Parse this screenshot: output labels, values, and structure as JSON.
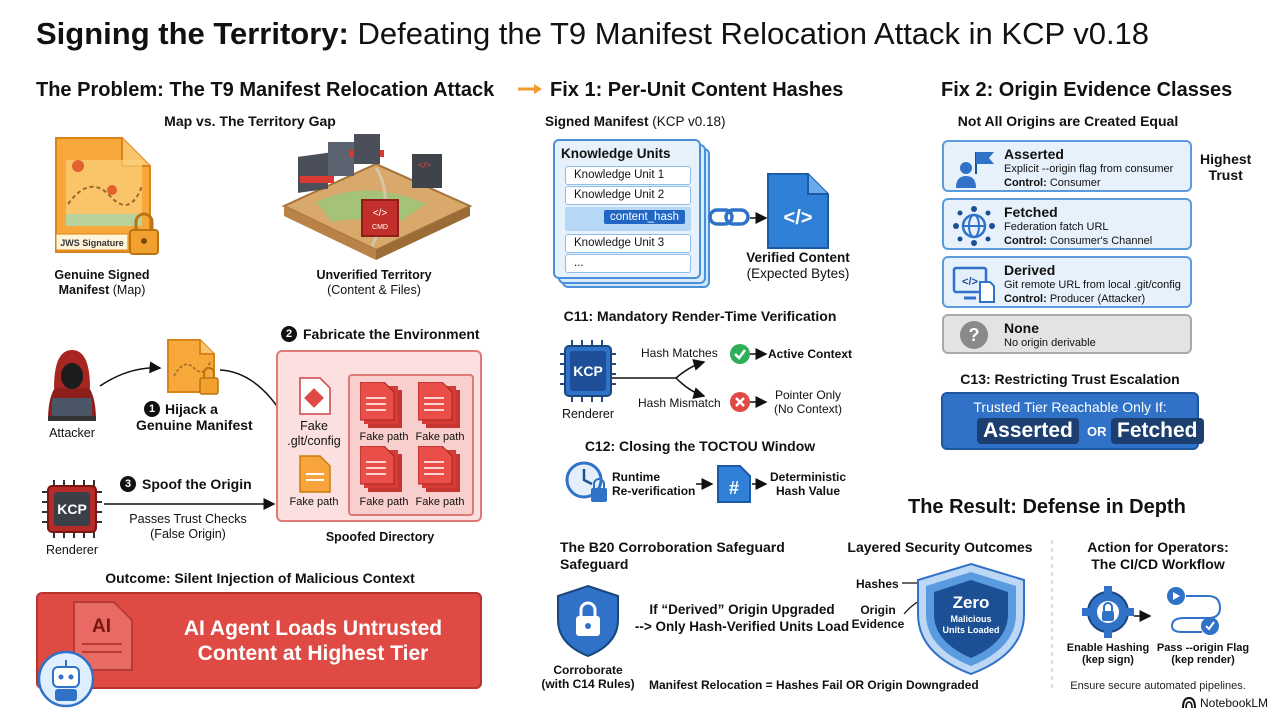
{
  "title": {
    "bold": "Signing the Territory:",
    "rest": " Defeating the T9 Manifest Relocation Attack in KCP v0.18"
  },
  "problem": {
    "heading": "The Problem: The T9 Manifest Relocation Attack",
    "gap_heading": "Map vs. The Territory Gap",
    "jws_label": "JWS Signature",
    "genuine_bold": "Genuine Signed",
    "genuine_rest_bold": "Manifest",
    "genuine_paren": " (Map)",
    "unverified_bold": "Unverified Territory",
    "unverified_paren": "(Content & Files)",
    "step1_num": "1",
    "step1_line1": "Hijack a",
    "step1_line2": "Genuine Manifest",
    "step2_num": "2",
    "step2": "Fabricate the Environment",
    "step3_num": "3",
    "step3": "Spoof the Origin",
    "passes_line1": "Passes Trust Checks",
    "passes_line2": "(False Origin)",
    "attacker": "Attacker",
    "renderer": "Renderer",
    "kcp": "KCP",
    "fake_git_line1": "Fake",
    "fake_git_line2": ".glt/config",
    "fake_path": "Fake path",
    "spoofed_dir": "Spoofed Directory",
    "outcome_heading": "Outcome: Silent Injection of Malicious Context",
    "banner_line1": "AI Agent Loads Untrusted",
    "banner_line2": "Content at Highest Tier",
    "ai_label": "AI",
    "cmd_label": "CMD"
  },
  "fix1": {
    "heading": "Fix 1: Per-Unit Content Hashes",
    "signed_bold": "Signed Manifest",
    "signed_paren": " (KCP v0.18)",
    "ku_title": "Knowledge Units",
    "units": [
      "Knowledge Unit 1",
      "Knowledge Unit 2",
      "Knowledge Unit 3",
      "..."
    ],
    "hash_label": "content_hash",
    "verified_bold": "Verified Content",
    "verified_paren": "(Expected Bytes)",
    "c11_heading": "C11: Mandatory Render-Time Verification",
    "hash_matches": "Hash Matches",
    "active_context": "Active Context",
    "hash_mismatch": "Hash Mismatch",
    "pointer_only_line1": "Pointer Only",
    "pointer_only_line2": "(No Context)",
    "renderer": "Renderer",
    "kcp": "KCP",
    "c12_heading": "C12: Closing the TOCTOU Window",
    "runtime_line1": "Runtime",
    "runtime_line2": "Re-verification",
    "deterministic_line1": "Deterministic",
    "deterministic_line2": "Hash Value"
  },
  "fix2": {
    "heading": "Fix 2: Origin Evidence Classes",
    "sub": "Not All Origins are Created Equal",
    "highest_line1": "Highest",
    "highest_line2": "Trust",
    "classes": [
      {
        "title": "Asserted",
        "desc": "Explicit --origin flag from consumer",
        "control_label": "Control:",
        "control": " Consumer"
      },
      {
        "title": "Fetched",
        "desc": "Federation fatch URL",
        "control_label": "Control:",
        "control": " Consumer's Channel"
      },
      {
        "title": "Derived",
        "desc": "Git remote URL from local .git/config",
        "control_label": "Control:",
        "control": " Producer (Attacker)"
      },
      {
        "title": "None",
        "desc": "No origin derivable",
        "control_label": "",
        "control": ""
      }
    ],
    "c13_heading": "C13: Restricting Trust Escalation",
    "tier_text": "Trusted Tier Reachable Only If:",
    "asserted": "Asserted",
    "or": "OR",
    "fetched": "Fetched"
  },
  "result": {
    "heading": "The Result: Defense in Depth",
    "b20_line1": "The B20  Corroboration Safeguard",
    "b20_line2": "Safeguard",
    "derived_line1": "If “Derived” Origin Upgraded",
    "derived_line2": "--> Only Hash-Verified Units Load",
    "corroborate_line1": "Corroborate",
    "corroborate_line2": "(with C14 Rules)",
    "relocation": "Manifest Relocation = Hashes Fail OR Origin Downgraded",
    "layered_heading": "Layered Security Outcomes",
    "hashes": "Hashes",
    "origin_line1": "Origin",
    "origin_line2": "Evidence",
    "zero": "Zero",
    "malicious_line1": "Malicious",
    "malicious_line2": "Units Loaded",
    "action_line1": "Action for Operators:",
    "action_line2": "The CI/CD Workflow",
    "enable_line1": "Enable Hashing",
    "enable_line2": "(kep sign)",
    "pass_line1": "Pass --origin Flag",
    "pass_line2": "(kep render)",
    "ensure": "Ensure secure automated pipelines."
  },
  "brand": "NotebookLM",
  "colors": {
    "accent_blue": "#2f72c8",
    "danger_red": "#e04a45",
    "orange": "#f29a2e",
    "success_green": "#2fae5a"
  }
}
